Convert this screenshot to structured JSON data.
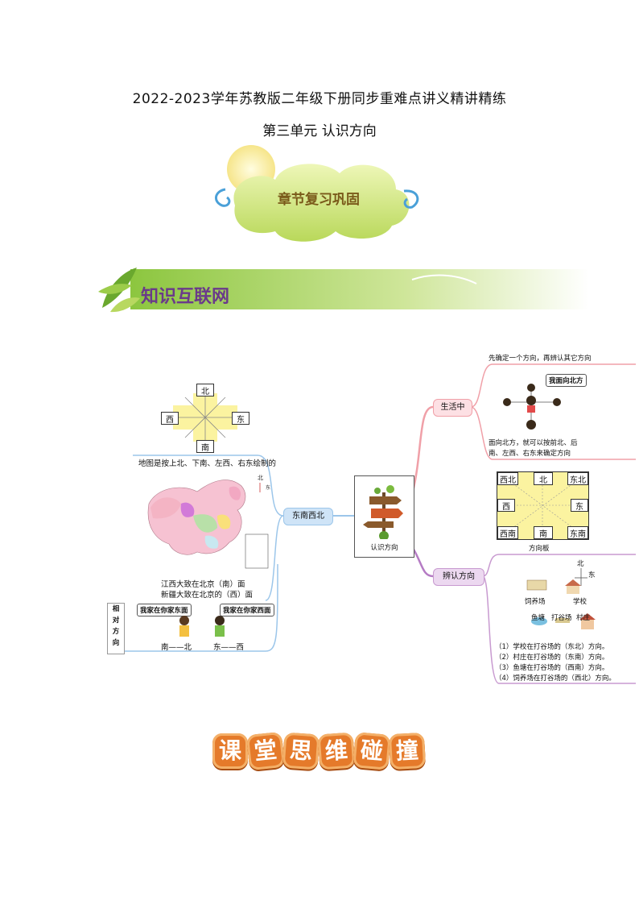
{
  "header": {
    "title": "2022-2023学年苏教版二年级下册同步重难点讲义精讲精练",
    "subtitle": "第三单元 认识方向"
  },
  "cloud": {
    "label": "章节复习巩固"
  },
  "banner": {
    "label": "知识互联网"
  },
  "mindmap": {
    "center_label": "认识方向",
    "left": {
      "branch_label": "东南西北",
      "compass": {
        "north": "北",
        "south": "南",
        "west": "西",
        "east": "东"
      },
      "map_caption": "地图是按上北、下南、左西、右东绘制的",
      "map_compass": {
        "north": "北",
        "east": "东"
      },
      "map_notes": [
        "江西大致在北京（南）面",
        "新疆大致在北京的（西）面"
      ],
      "relative": {
        "vertical_label": [
          "相",
          "对",
          "方",
          "向"
        ],
        "bubble_left": "我家在你家东面",
        "bubble_right": "我家在你家西面",
        "pair_left": "南——北",
        "pair_right": "东——西"
      }
    },
    "right": {
      "life": {
        "branch_label": "生活中",
        "top_text": "先确定一个方向，再辨认其它方向",
        "bubble": "我面向北方",
        "bottom_text": [
          "面向北方，就可以按前北、后",
          "南、左西、右东来确定方向"
        ]
      },
      "board": {
        "cells": [
          "西北",
          "北",
          "东北",
          "西",
          "",
          "东",
          "西南",
          "南",
          "东南"
        ],
        "caption": "方向板"
      },
      "identify": {
        "branch_label": "辨认方向",
        "compass": {
          "north": "北",
          "east": "东"
        },
        "places": {
          "farm": "饲养场",
          "school": "学校",
          "pond": "鱼塘",
          "threshing": "打谷场",
          "village": "村庄"
        },
        "items": [
          "（1）学校在打谷场的（东北）方向。",
          "（2）村庄在打谷场的（东南）方向。",
          "（3）鱼塘在打谷场的（西南）方向。",
          "（4）饲养场在打谷场的（西北）方向。"
        ]
      }
    }
  },
  "footer_sticker": [
    "课",
    "堂",
    "思",
    "维",
    "碰",
    "撞"
  ],
  "colors": {
    "banner_green": "#8cc63f",
    "branch_pink": "#f0a0a8",
    "branch_blue": "#9cc6ea",
    "branch_purple": "#c89ad0",
    "sticker_orange": "#e57a2a"
  }
}
